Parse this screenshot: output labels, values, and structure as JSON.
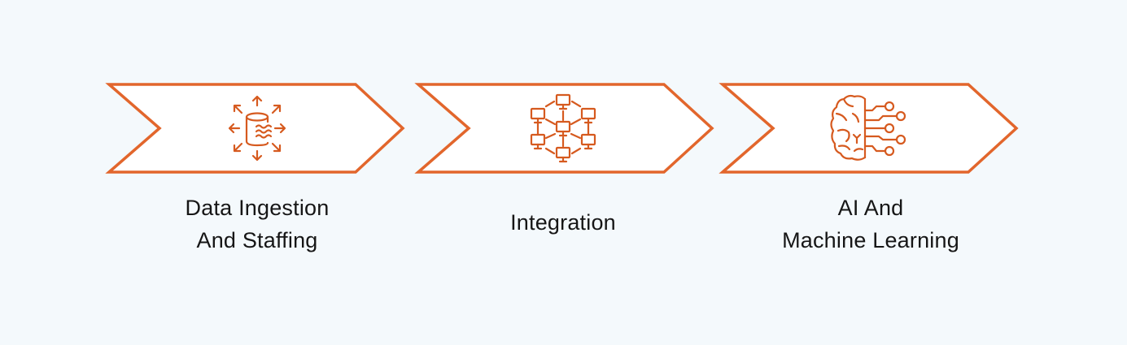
{
  "colors": {
    "background": "#f4f9fc",
    "chevron_fill": "#ffffff",
    "chevron_stroke": "#e2662c",
    "icon": "#d65a1f",
    "text": "#161616"
  },
  "steps": [
    {
      "icon": "database-distribution-icon",
      "label_lines": [
        "Data Ingestion",
        "And Staffing"
      ]
    },
    {
      "icon": "network-computers-icon",
      "label_lines": [
        "Integration"
      ]
    },
    {
      "icon": "brain-circuit-icon",
      "label_lines": [
        "AI And",
        "Machine Learning"
      ]
    }
  ]
}
